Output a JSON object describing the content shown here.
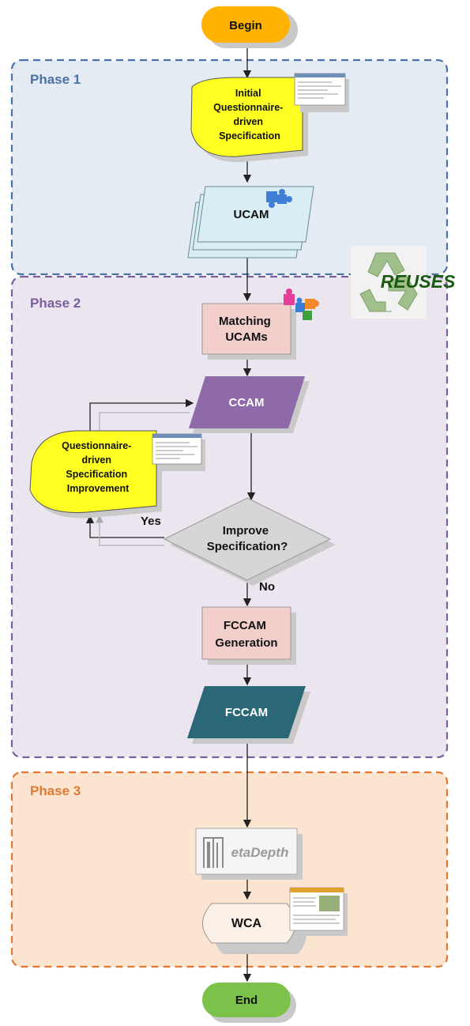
{
  "phases": [
    {
      "label": "Phase 1",
      "color": "#4a72a8"
    },
    {
      "label": "Phase 2",
      "color": "#7a5fa0"
    },
    {
      "label": "Phase 3",
      "color": "#e07a33"
    }
  ],
  "nodes": {
    "begin": "Begin",
    "initial_spec": [
      "Initial",
      "Questionnaire-",
      "driven",
      "Specification"
    ],
    "ucam": "UCAM",
    "matching": [
      "Matching",
      "UCAMs"
    ],
    "ccam": "CCAM",
    "improvement": [
      "Questionnaire-",
      "driven",
      "Specification",
      "Improvement"
    ],
    "decision": [
      "Improve",
      "Specification?"
    ],
    "yes_label": "Yes",
    "no_label": "No",
    "fccam_gen": [
      "FCCAM",
      "Generation"
    ],
    "fccam": "FCCAM",
    "metadepth_logo": "etaDepth",
    "wca": "WCA",
    "end": "End"
  },
  "reuses_label": "REUSES",
  "colors": {
    "begin": "#ffb300",
    "end": "#7cc24a",
    "yellow_shape": "#ffff22",
    "ucam_fill": "#d8eef4",
    "process_fill": "#f2cfca",
    "ccam": "#8f6aa8",
    "fccam": "#2a6878",
    "decision": "#d6d6d6",
    "reuses_text": "#1a5a10",
    "recycle": "#9fc08a"
  }
}
